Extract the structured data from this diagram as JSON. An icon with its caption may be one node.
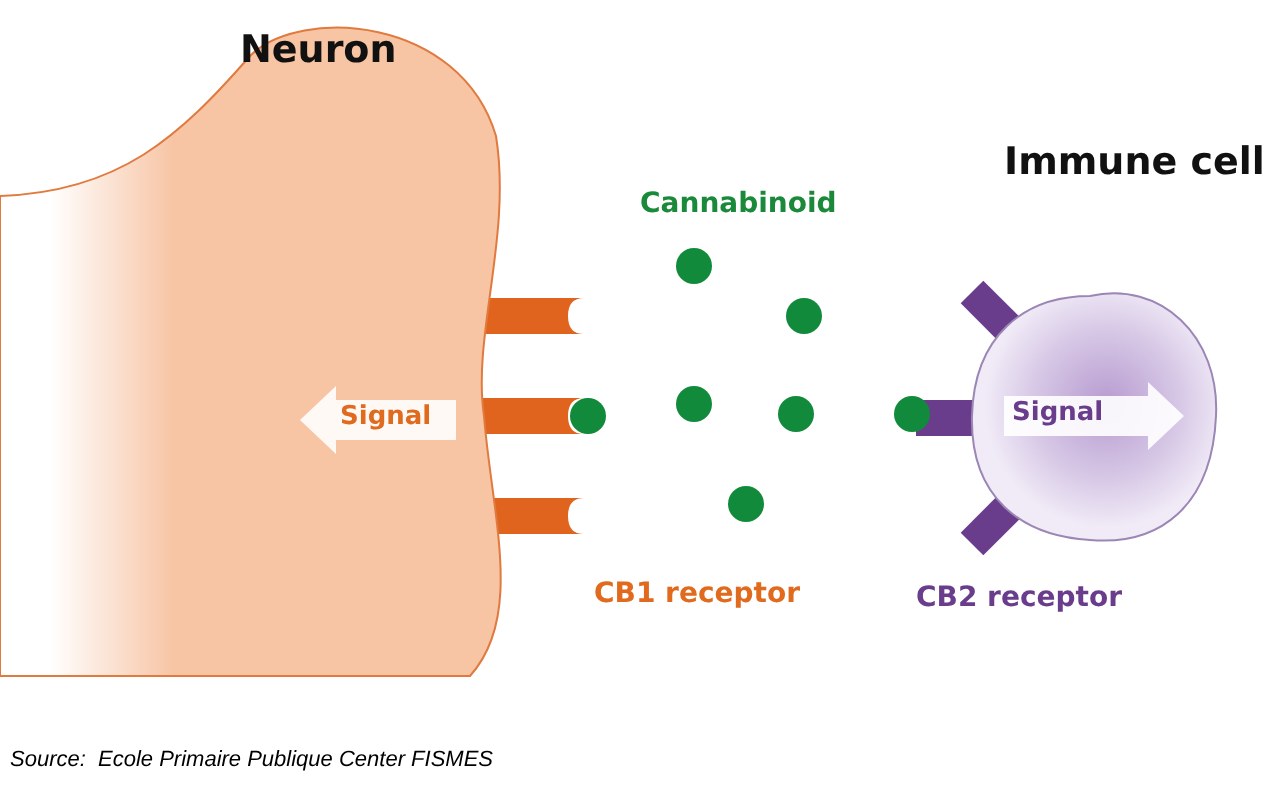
{
  "diagram": {
    "caption": "Source:  Ecole Primaire Publique Center FISMES",
    "nodes": [
      {
        "text": [
          "Neuron"
        ]
      },
      {
        "text": [
          "Signal"
        ],
        "in": 0
      },
      {
        "text": [
          "Immune cell"
        ]
      },
      {
        "text": [
          "Signal"
        ],
        "in": 2
      }
    ],
    "labels": [
      "Cannabinoid",
      "CB1 receptor",
      "CB2 receptor"
    ]
  }
}
